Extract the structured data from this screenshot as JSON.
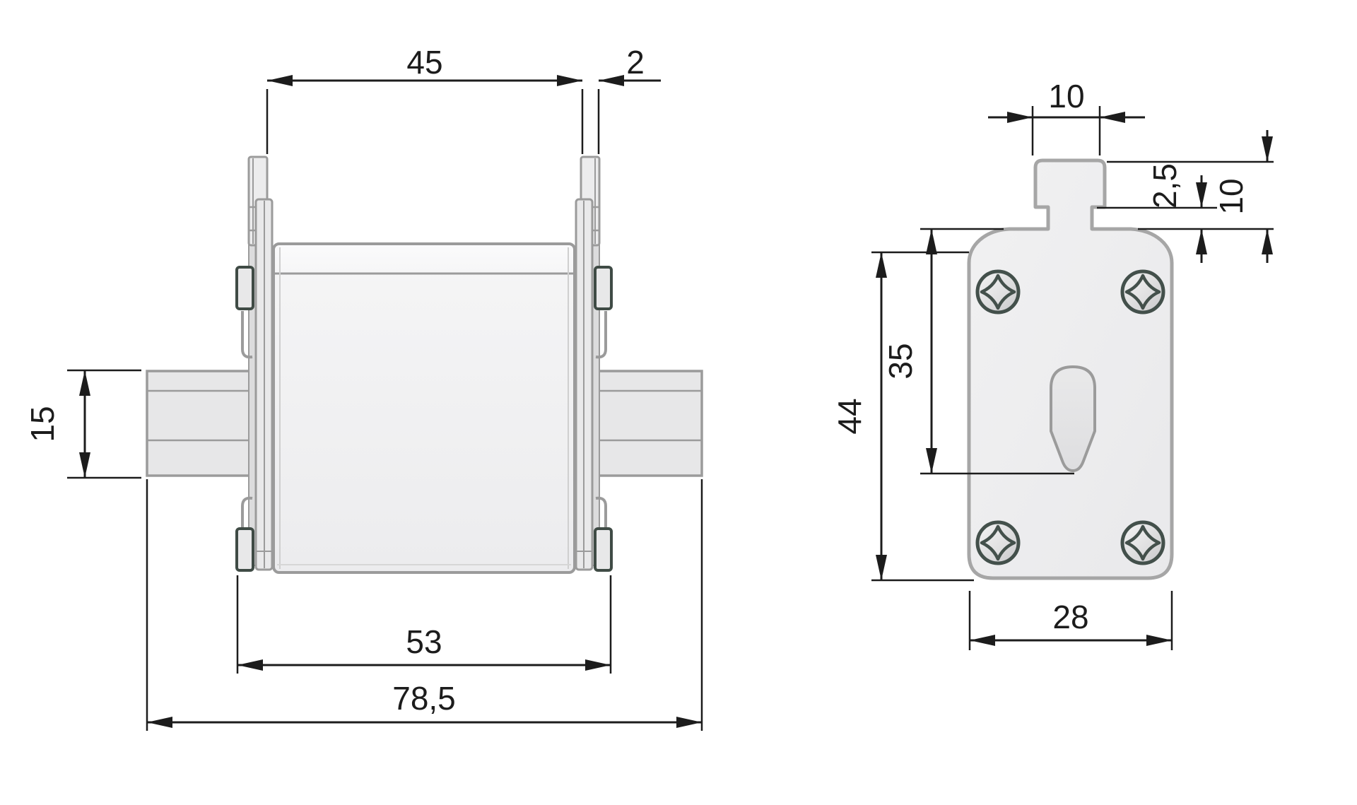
{
  "drawing": {
    "type": "technical-dimension-drawing",
    "component": "NH fuse link, two orthographic views",
    "front_view": {
      "dims": {
        "blade_span": "45",
        "blade_thickness": "2",
        "terminal_height": "15",
        "body_width": "53",
        "overall_width": "78,5"
      }
    },
    "side_view": {
      "dims": {
        "lug_width": "10",
        "lug_step": "2,5",
        "lug_height": "10",
        "body_height": "44",
        "slot_depth": "35",
        "body_width": "28"
      }
    },
    "colors": {
      "dimension_line": "#1c1c1c",
      "outline_gray": "#9b9b9b",
      "side_outline_gray": "#a6a6a6",
      "clip_dark": "#3f4b45",
      "screw_dark": "#43504b",
      "fill_light": "#f7f7f8",
      "fill_mid": "#e7e7e8"
    }
  }
}
